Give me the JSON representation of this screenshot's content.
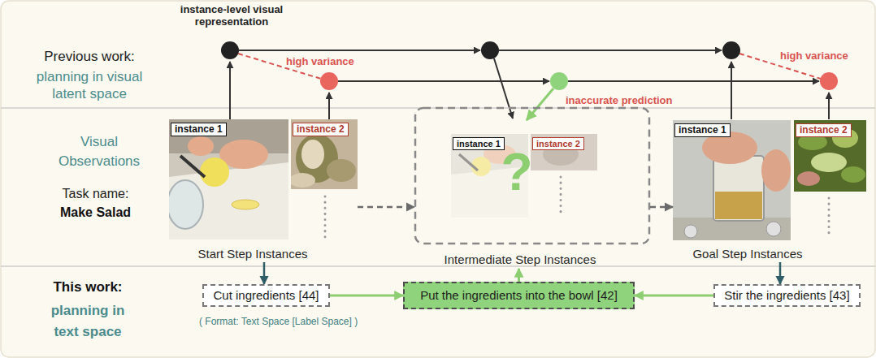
{
  "diagram": {
    "nodes": [
      {
        "text": [
          "Start Step Instances"
        ]
      },
      {
        "text": [
          "instance 1"
        ],
        "in": 0
      },
      {
        "text": [
          "instance 2"
        ],
        "in": 0
      },
      {
        "text": [
          "Intermediate Step Instances"
        ]
      },
      {
        "text": [
          "instance 1"
        ],
        "in": 3
      },
      {
        "text": [
          "instance 2"
        ],
        "in": 3
      },
      {
        "text": [
          "Goal Step Instances"
        ]
      },
      {
        "text": [
          "instance 1"
        ],
        "in": 6
      },
      {
        "text": [
          "instance 2"
        ],
        "in": 6
      },
      {
        "text": [
          "Cut ingredients [44]"
        ]
      },
      {
        "text": [
          "Put the ingredients into the bowl [42]"
        ]
      },
      {
        "text": [
          "Stir the ingredients [43]"
        ]
      }
    ],
    "edges": [
      {
        "from": 0,
        "to": 3,
        "arrow": "to"
      },
      {
        "from": 3,
        "to": 6,
        "arrow": "to"
      },
      {
        "from": 0,
        "to": 9,
        "arrow": "to"
      },
      {
        "from": 6,
        "to": 11,
        "arrow": "to"
      },
      {
        "from": 9,
        "to": 10,
        "arrow": "to"
      },
      {
        "from": 11,
        "to": 10,
        "arrow": "to"
      },
      {
        "from": 10,
        "to": 3,
        "arrow": "to"
      }
    ],
    "labels": [
      "instance-level visual representation",
      "Previous work:",
      "planning in visual latent space",
      "high variance",
      "inaccurate prediction",
      "high variance",
      "Visual Observations",
      "Task name:",
      "Make Salad",
      "?",
      "This work:",
      "planning in text space",
      "( Format: Text Space [Label Space] )"
    ]
  }
}
